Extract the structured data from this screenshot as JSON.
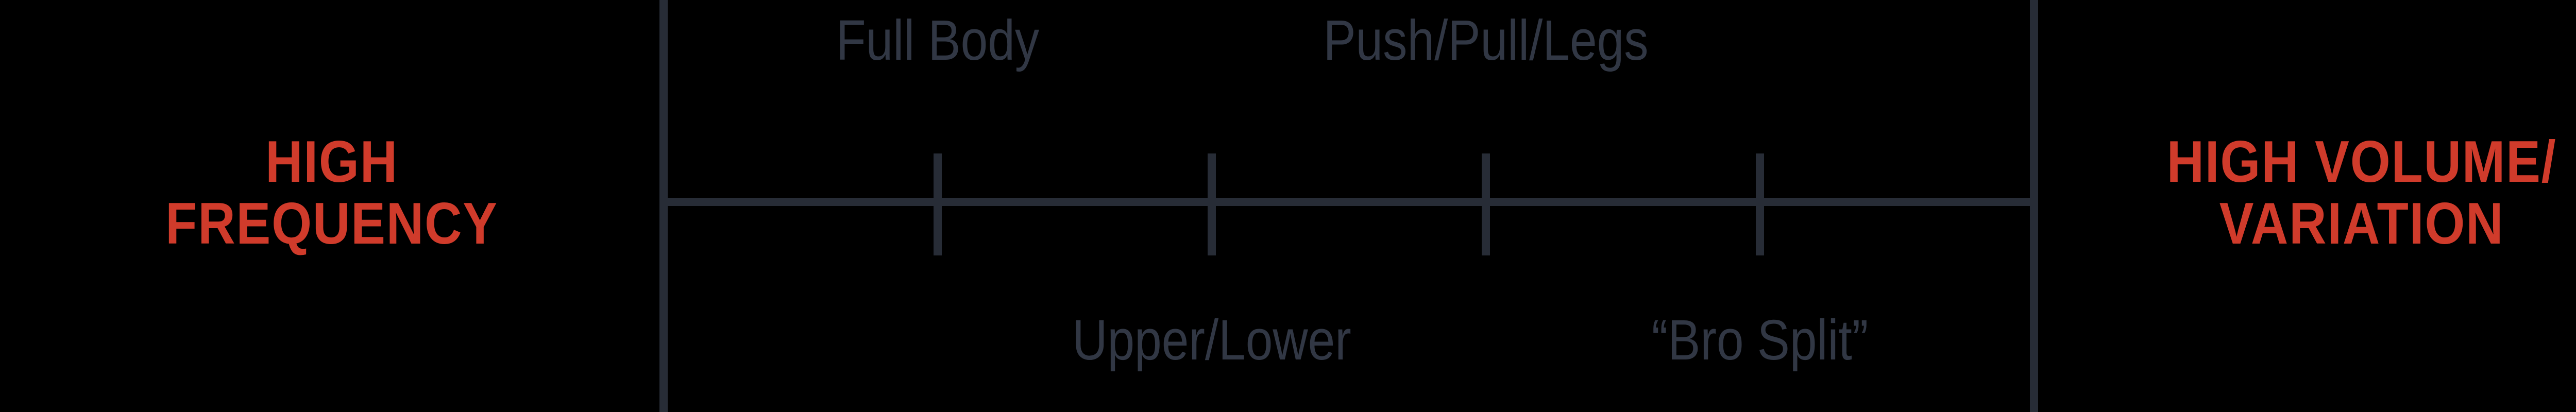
{
  "palette": {
    "background": "#000000",
    "accent_red": "#d03b2b",
    "axis_line": "#272c36",
    "muted_label": "#313744"
  },
  "spectrum": {
    "left_endpoint": {
      "line1": "HIGH",
      "line2": "FREQUENCY"
    },
    "right_endpoint": {
      "line1": "HIGH VOLUME/",
      "line2": "VARIATION"
    },
    "points": [
      {
        "label": "Full Body",
        "side": "above",
        "position_fraction": 0.2
      },
      {
        "label": "Upper/Lower",
        "side": "below",
        "position_fraction": 0.4
      },
      {
        "label": "Push/Pull/Legs",
        "side": "above",
        "position_fraction": 0.6
      },
      {
        "label": "“Bro Split”",
        "side": "below",
        "position_fraction": 0.8
      }
    ]
  }
}
